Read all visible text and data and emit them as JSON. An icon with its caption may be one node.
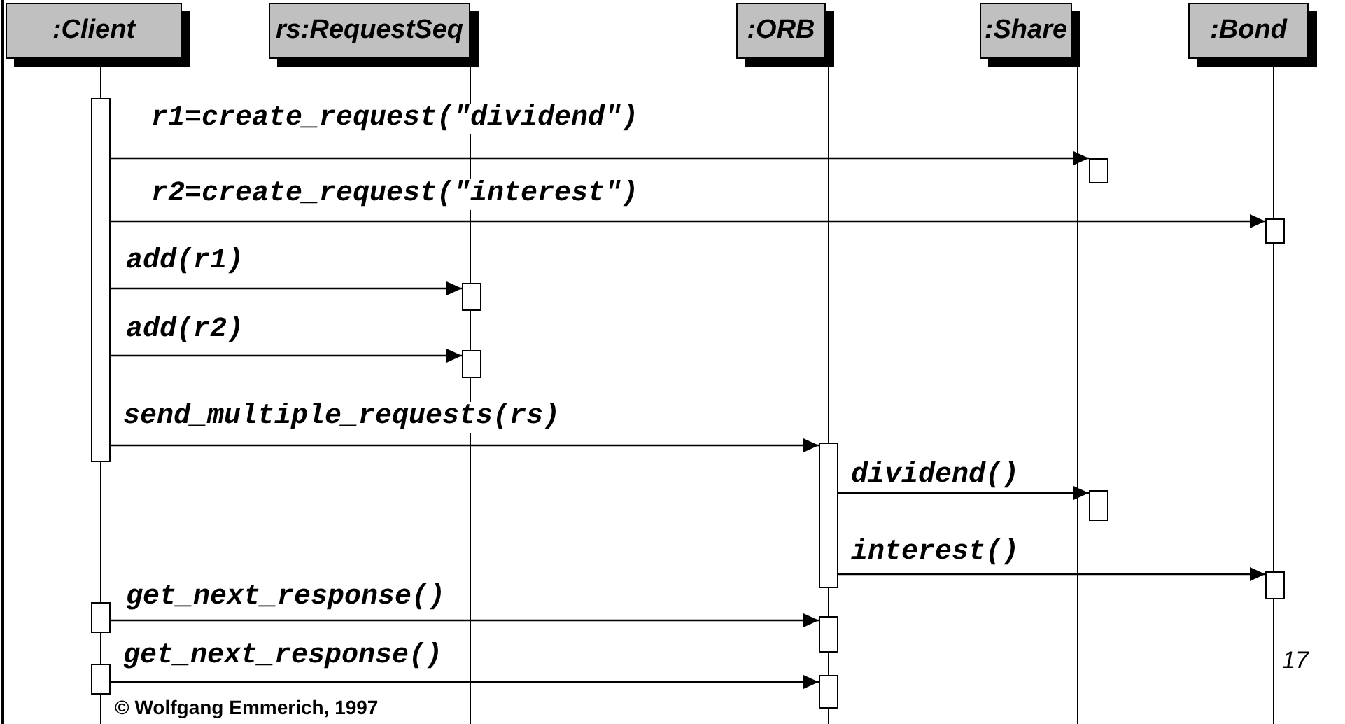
{
  "diagram": {
    "nodes": [
      {
        "text": [
          ":Client"
        ]
      },
      {
        "text": [
          "rs:RequestSeq"
        ]
      },
      {
        "text": [
          ":ORB"
        ]
      },
      {
        "text": [
          ":Share"
        ]
      },
      {
        "text": [
          ":Bond"
        ]
      },
      {
        "text": [],
        "shape": "bar"
      },
      {
        "text": [],
        "shape": "bar"
      },
      {
        "text": [],
        "shape": "bar"
      },
      {
        "text": [],
        "shape": "bar"
      },
      {
        "text": [],
        "shape": "bar"
      },
      {
        "text": [],
        "shape": "bar"
      },
      {
        "text": [],
        "shape": "bar"
      },
      {
        "text": [],
        "shape": "bar"
      },
      {
        "text": [],
        "shape": "bar"
      },
      {
        "text": [],
        "shape": "bar"
      },
      {
        "text": [],
        "shape": "bar"
      },
      {
        "text": [],
        "shape": "bar"
      }
    ],
    "edges": [
      {
        "from": 5,
        "to": 6,
        "arrow": "to",
        "label": "r1=create_request(\"dividend\")"
      },
      {
        "from": 5,
        "to": 7,
        "arrow": "to",
        "label": "r2=create_request(\"interest\")"
      },
      {
        "from": 5,
        "to": 8,
        "arrow": "to",
        "label": "add(r1)"
      },
      {
        "from": 5,
        "to": 9,
        "arrow": "to",
        "label": "add(r2)"
      },
      {
        "from": 5,
        "to": 10,
        "arrow": "to",
        "label": "send_multiple_requests(rs)"
      },
      {
        "from": 10,
        "to": 11,
        "arrow": "to",
        "label": "dividend()"
      },
      {
        "from": 10,
        "to": 12,
        "arrow": "to",
        "label": "interest()"
      },
      {
        "from": 13,
        "to": 14,
        "arrow": "to",
        "label": "get_next_response()"
      },
      {
        "from": 15,
        "to": 16,
        "arrow": "to",
        "label": "get_next_response()"
      }
    ],
    "labels": [
      "© Wolfgang Emmerich, 1997",
      "17"
    ]
  }
}
